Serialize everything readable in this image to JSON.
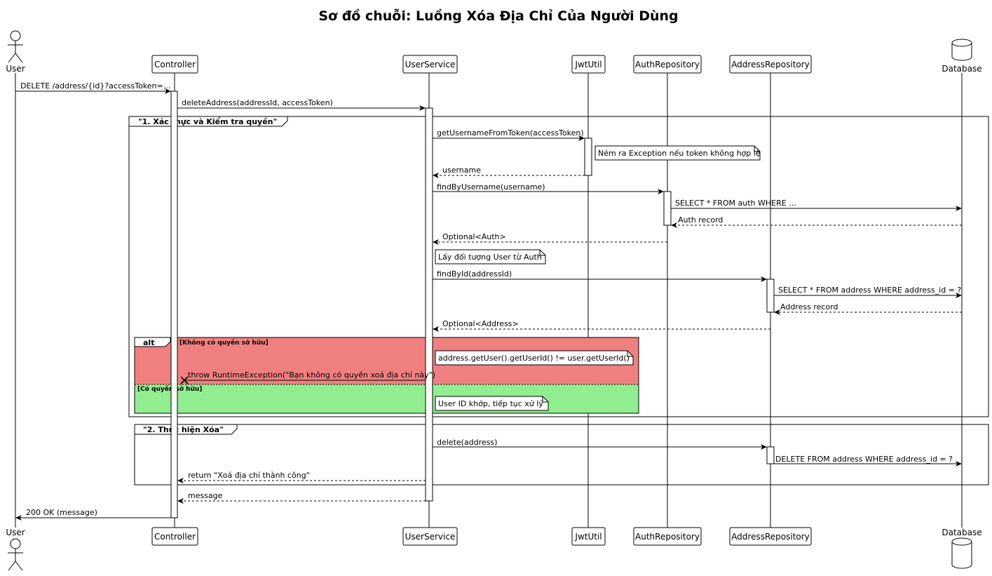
{
  "title": "Sơ đồ chuỗi: Luồng Xóa Địa Chỉ Của Người Dùng",
  "participants": {
    "user": "User",
    "controller": "Controller",
    "userservice": "UserService",
    "jwtutil": "JwtUtil",
    "authrepo": "AuthRepository",
    "addressrepo": "AddressRepository",
    "database": "Database"
  },
  "messages": {
    "m1": "DELETE /address/{id}?accessToken=...",
    "m2": "deleteAddress(addressId, accessToken)",
    "m3": "getUsernameFromToken(accessToken)",
    "m4": "username",
    "m5": "findByUsername(username)",
    "m6": "SELECT * FROM auth WHERE ...",
    "m7": "Auth record",
    "m8": "Optional<Auth>",
    "m9": "findById(addressId)",
    "m10": "SELECT * FROM address WHERE address_id = ?",
    "m11": "Address record",
    "m12": "Optional<Address>",
    "m13": "throw RuntimeException(\"Bạn không có quyền xoá địa chỉ này\")",
    "m14": "delete(address)",
    "m15": "DELETE FROM address WHERE address_id = ?",
    "m16": "return \"Xoá địa chỉ thành công\"",
    "m17": "message",
    "m18": "200 OK (message)"
  },
  "notes": {
    "n1": "Ném ra Exception nếu token không hợp lệ",
    "n2": "Lấy đối tượng User từ Auth",
    "n3": "address.getUser().getUserId() != user.getUserId()",
    "n4": "User ID khớp, tiếp tục xử lý"
  },
  "frames": {
    "group1": "\"1. Xác thực và Kiểm tra quyền\"",
    "alt_keyword": "alt",
    "alt_guard1": "[Không có quyền sở hữu]",
    "alt_guard2": "[Có quyền sở hữu]",
    "group2": "\"2. Thực hiện Xóa\""
  },
  "colors": {
    "alt_denied": "#f08080",
    "alt_allowed": "#90ee90"
  }
}
